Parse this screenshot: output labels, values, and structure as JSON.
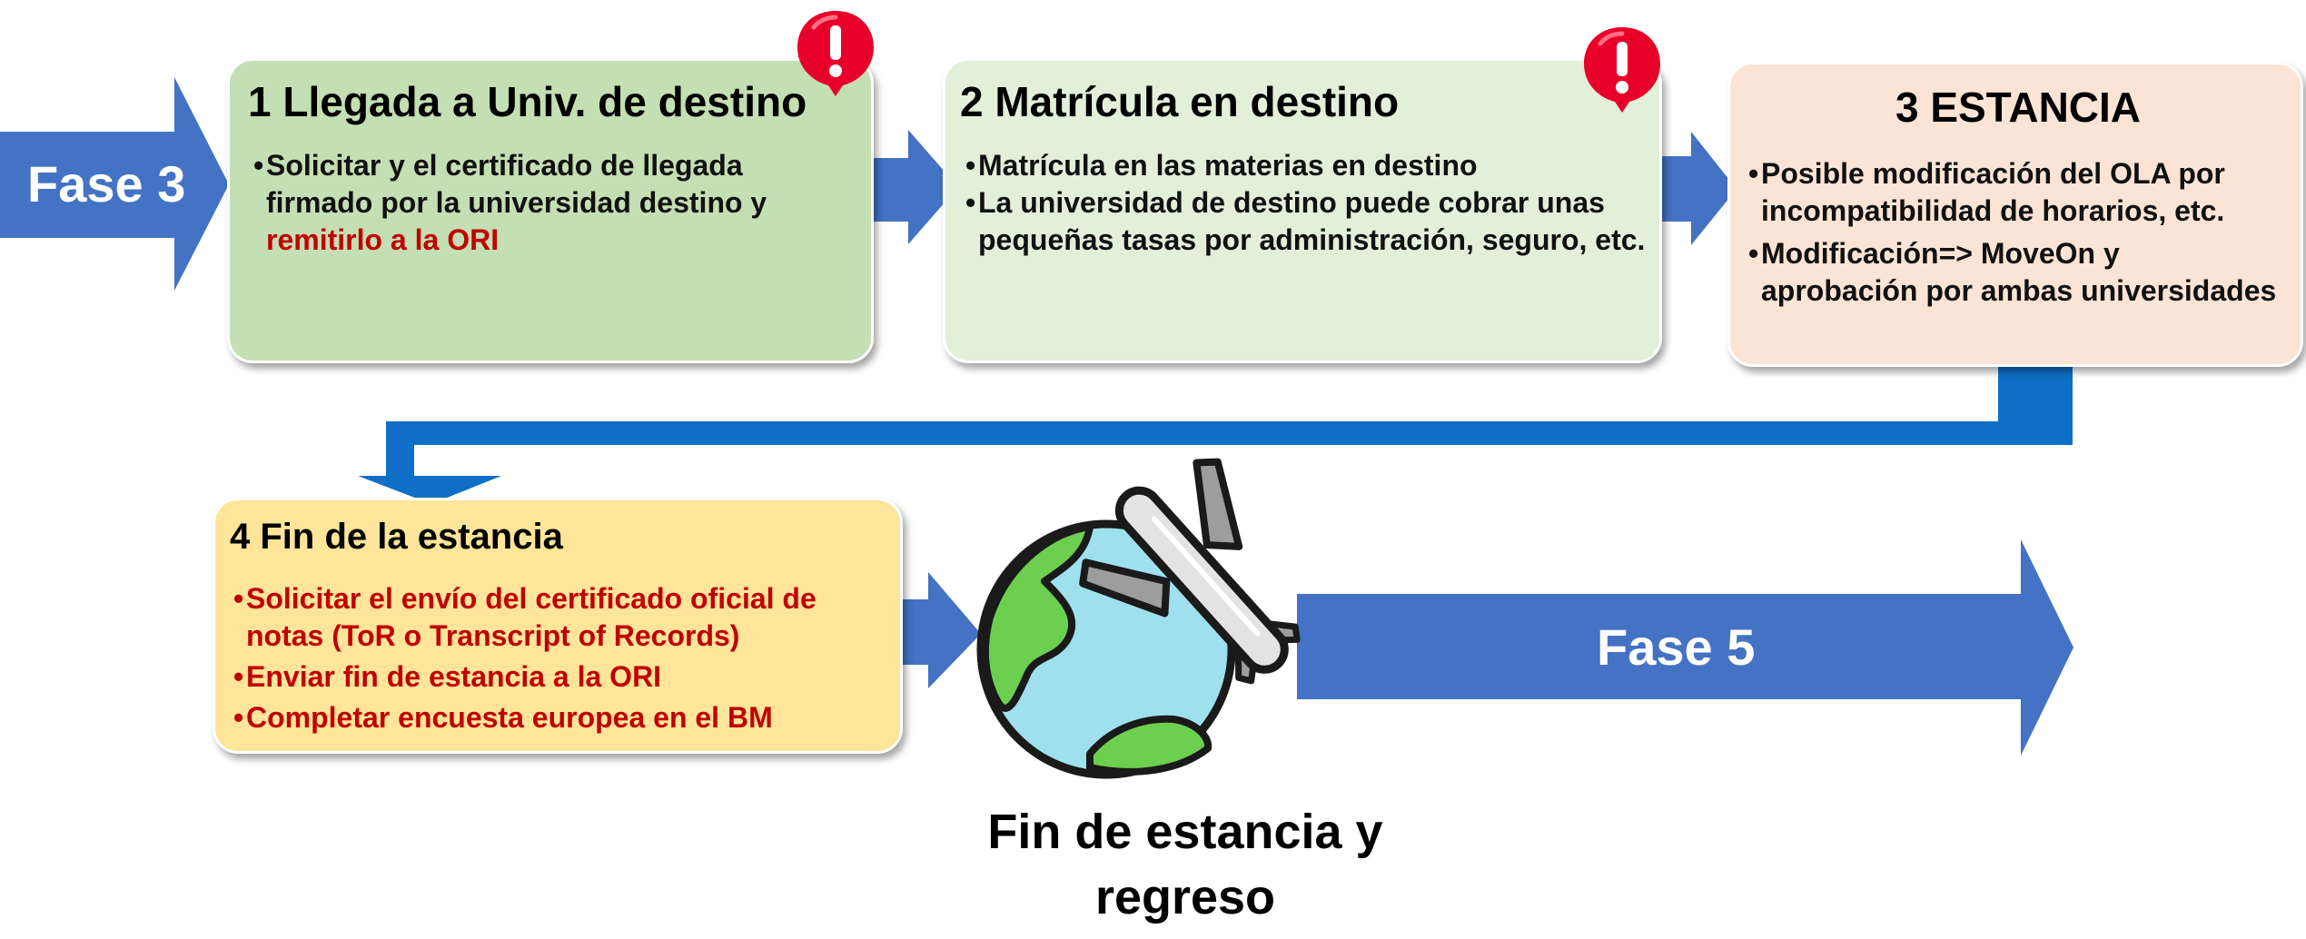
{
  "phases": {
    "previous": "Fase 3",
    "next": "Fase 5"
  },
  "steps": [
    {
      "title": "1 Llegada a Univ. de destino",
      "items": [
        {
          "lines": [
            "Solicitar y el certificado de llegada",
            "firmado por la universidad destino y"
          ]
        }
      ],
      "extra_line": "remitirlo a la ORI"
    },
    {
      "title": "2 Matrícula en destino",
      "items": [
        {
          "lines": [
            "Matrícula en las materias en destino"
          ]
        },
        {
          "lines": [
            "La universidad de destino puede cobrar unas",
            "pequeñas tasas por administración, seguro, etc."
          ]
        }
      ]
    },
    {
      "title": "3 ESTANCIA",
      "items": [
        {
          "lines": [
            "Posible modificación del OLA por",
            "incompatibilidad de horarios, etc."
          ]
        },
        {
          "lines": [
            "Modificación=> MoveOn y",
            "aprobación por ambas universidades"
          ]
        }
      ]
    },
    {
      "title": "4 Fin de la estancia",
      "items": [
        {
          "lines": [
            "Solicitar el envío del certificado oficial de",
            "notas (ToR o Transcript of Records)"
          ]
        },
        {
          "lines": [
            "Enviar fin de estancia a la ORI"
          ]
        },
        {
          "lines": [
            "Completar encuesta europea en el BM"
          ]
        }
      ]
    }
  ],
  "caption": {
    "line1": "Fin de estancia y",
    "line2": "regreso"
  },
  "icons": {
    "alert": "alert-pin-icon",
    "travel": "globe-airplane-icon"
  },
  "colors": {
    "arrow_blue": "#4472c4",
    "connector_blue": "#0f6fc6",
    "box1_fill": "#c4dfb3",
    "box2_fill": "#e2efd9",
    "box3_fill": "#fbe4d5",
    "box4_fill": "#fee59a",
    "alert_red": "#e8002a",
    "accent_red": "#c00000"
  }
}
